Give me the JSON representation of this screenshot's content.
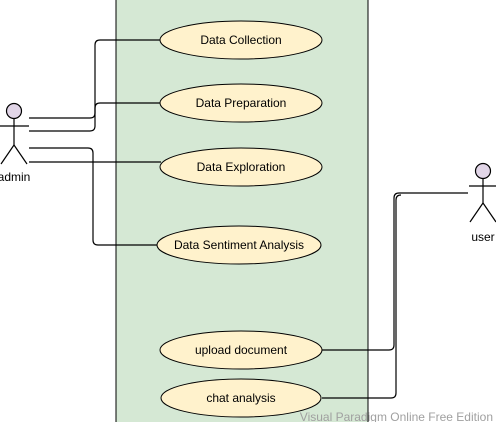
{
  "actors": {
    "admin": "admin",
    "user": "user"
  },
  "use_cases": {
    "data_collection": "Data Collection",
    "data_preparation": "Data Preparation",
    "data_exploration": "Data Exploration",
    "data_sentiment_analysis": "Data Sentiment Analysis",
    "upload_document": "upload document",
    "chat_analysis": "chat analysis"
  },
  "watermark": "Visual Paradigm Online Free Edition",
  "colors": {
    "system_fill": "#d5e8d4",
    "use_case_fill": "#fff2cc",
    "actor_head_fill": "#e1d5e7",
    "line": "#000000"
  }
}
